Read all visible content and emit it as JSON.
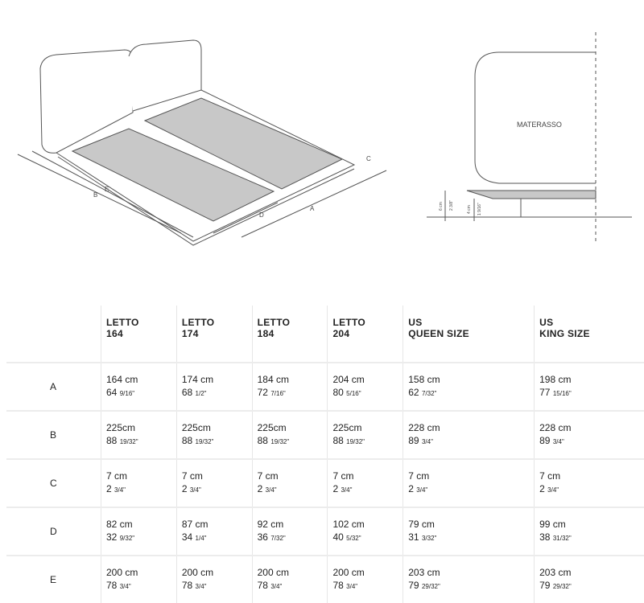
{
  "drawing_labels": {
    "a": "A",
    "b": "B",
    "c": "C",
    "d": "D",
    "e": "E",
    "mattress": "MATERASSO",
    "h1_cm": "6 cm",
    "h1_in": "2 3/8\"",
    "h2_cm": "4 cm",
    "h2_in": "1 9/16\""
  },
  "table": {
    "headers": [
      [
        "LETTO",
        "164"
      ],
      [
        "LETTO",
        "174"
      ],
      [
        "LETTO",
        "184"
      ],
      [
        "LETTO",
        "204"
      ],
      [
        "US",
        "QUEEN SIZE"
      ],
      [
        "US",
        "KING SIZE"
      ]
    ],
    "rows": [
      {
        "label": "A",
        "cells": [
          [
            "164 cm",
            "64",
            "9/16\""
          ],
          [
            "174 cm",
            "68",
            "1/2\""
          ],
          [
            "184 cm",
            "72",
            "7/16\""
          ],
          [
            "204 cm",
            "80",
            "5/16\""
          ],
          [
            "158 cm",
            "62",
            "7/32\""
          ],
          [
            "198 cm",
            "77",
            "15/16\""
          ]
        ]
      },
      {
        "label": "B",
        "cells": [
          [
            "225cm",
            "88",
            "19/32\""
          ],
          [
            "225cm",
            "88",
            "19/32\""
          ],
          [
            "225cm",
            "88",
            "19/32\""
          ],
          [
            "225cm",
            "88",
            "19/32\""
          ],
          [
            "228 cm",
            "89",
            "3/4\""
          ],
          [
            "228 cm",
            "89",
            "3/4\""
          ]
        ]
      },
      {
        "label": "C",
        "cells": [
          [
            "7 cm",
            "2",
            "3/4\""
          ],
          [
            "7 cm",
            "2",
            "3/4\""
          ],
          [
            "7 cm",
            "2",
            "3/4\""
          ],
          [
            "7 cm",
            "2",
            "3/4\""
          ],
          [
            "7 cm",
            "2",
            "3/4\""
          ],
          [
            "7 cm",
            "2",
            "3/4\""
          ]
        ]
      },
      {
        "label": "D",
        "cells": [
          [
            "82 cm",
            "32",
            "9/32\""
          ],
          [
            "87 cm",
            "34",
            "1/4\""
          ],
          [
            "92 cm",
            "36",
            "7/32\""
          ],
          [
            "102 cm",
            "40",
            "5/32\""
          ],
          [
            "79 cm",
            "31",
            "3/32\""
          ],
          [
            "99 cm",
            "38",
            "31/32\""
          ]
        ]
      },
      {
        "label": "E",
        "cells": [
          [
            "200 cm",
            "78",
            "3/4\""
          ],
          [
            "200 cm",
            "78",
            "3/4\""
          ],
          [
            "200 cm",
            "78",
            "3/4\""
          ],
          [
            "200 cm",
            "78",
            "3/4\""
          ],
          [
            "203 cm",
            "79",
            "29/32\""
          ],
          [
            "203 cm",
            "79",
            "29/32\""
          ]
        ]
      }
    ]
  }
}
